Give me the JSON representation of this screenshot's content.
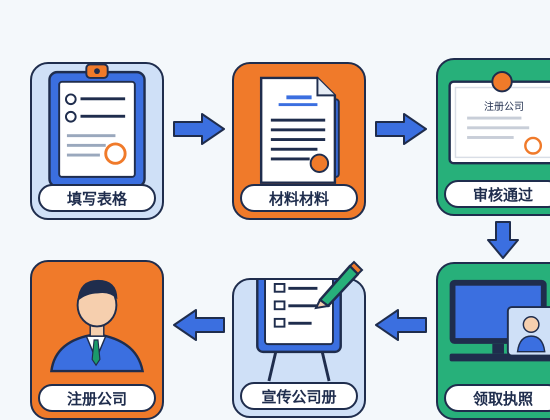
{
  "steps": [
    {
      "label": "填写表格",
      "icon": "clipboard-form-icon",
      "bg": "#cfe0f7"
    },
    {
      "label": "材料材料",
      "icon": "document-icon",
      "bg": "#f07a2a"
    },
    {
      "label": "审核通过",
      "icon": "certificate-icon",
      "bg": "#27b07a",
      "cert_text": "注册公司"
    },
    {
      "label": "注册公司",
      "icon": "businessman-icon",
      "bg": "#f07a2a"
    },
    {
      "label": "宣传公司册",
      "icon": "easel-board-icon",
      "bg": "#cfe0f7"
    },
    {
      "label": "领取执照",
      "icon": "computer-icon",
      "bg": "#27b07a"
    }
  ],
  "colors": {
    "arrow": "#3b6fe0",
    "outline": "#1f2d4d"
  }
}
